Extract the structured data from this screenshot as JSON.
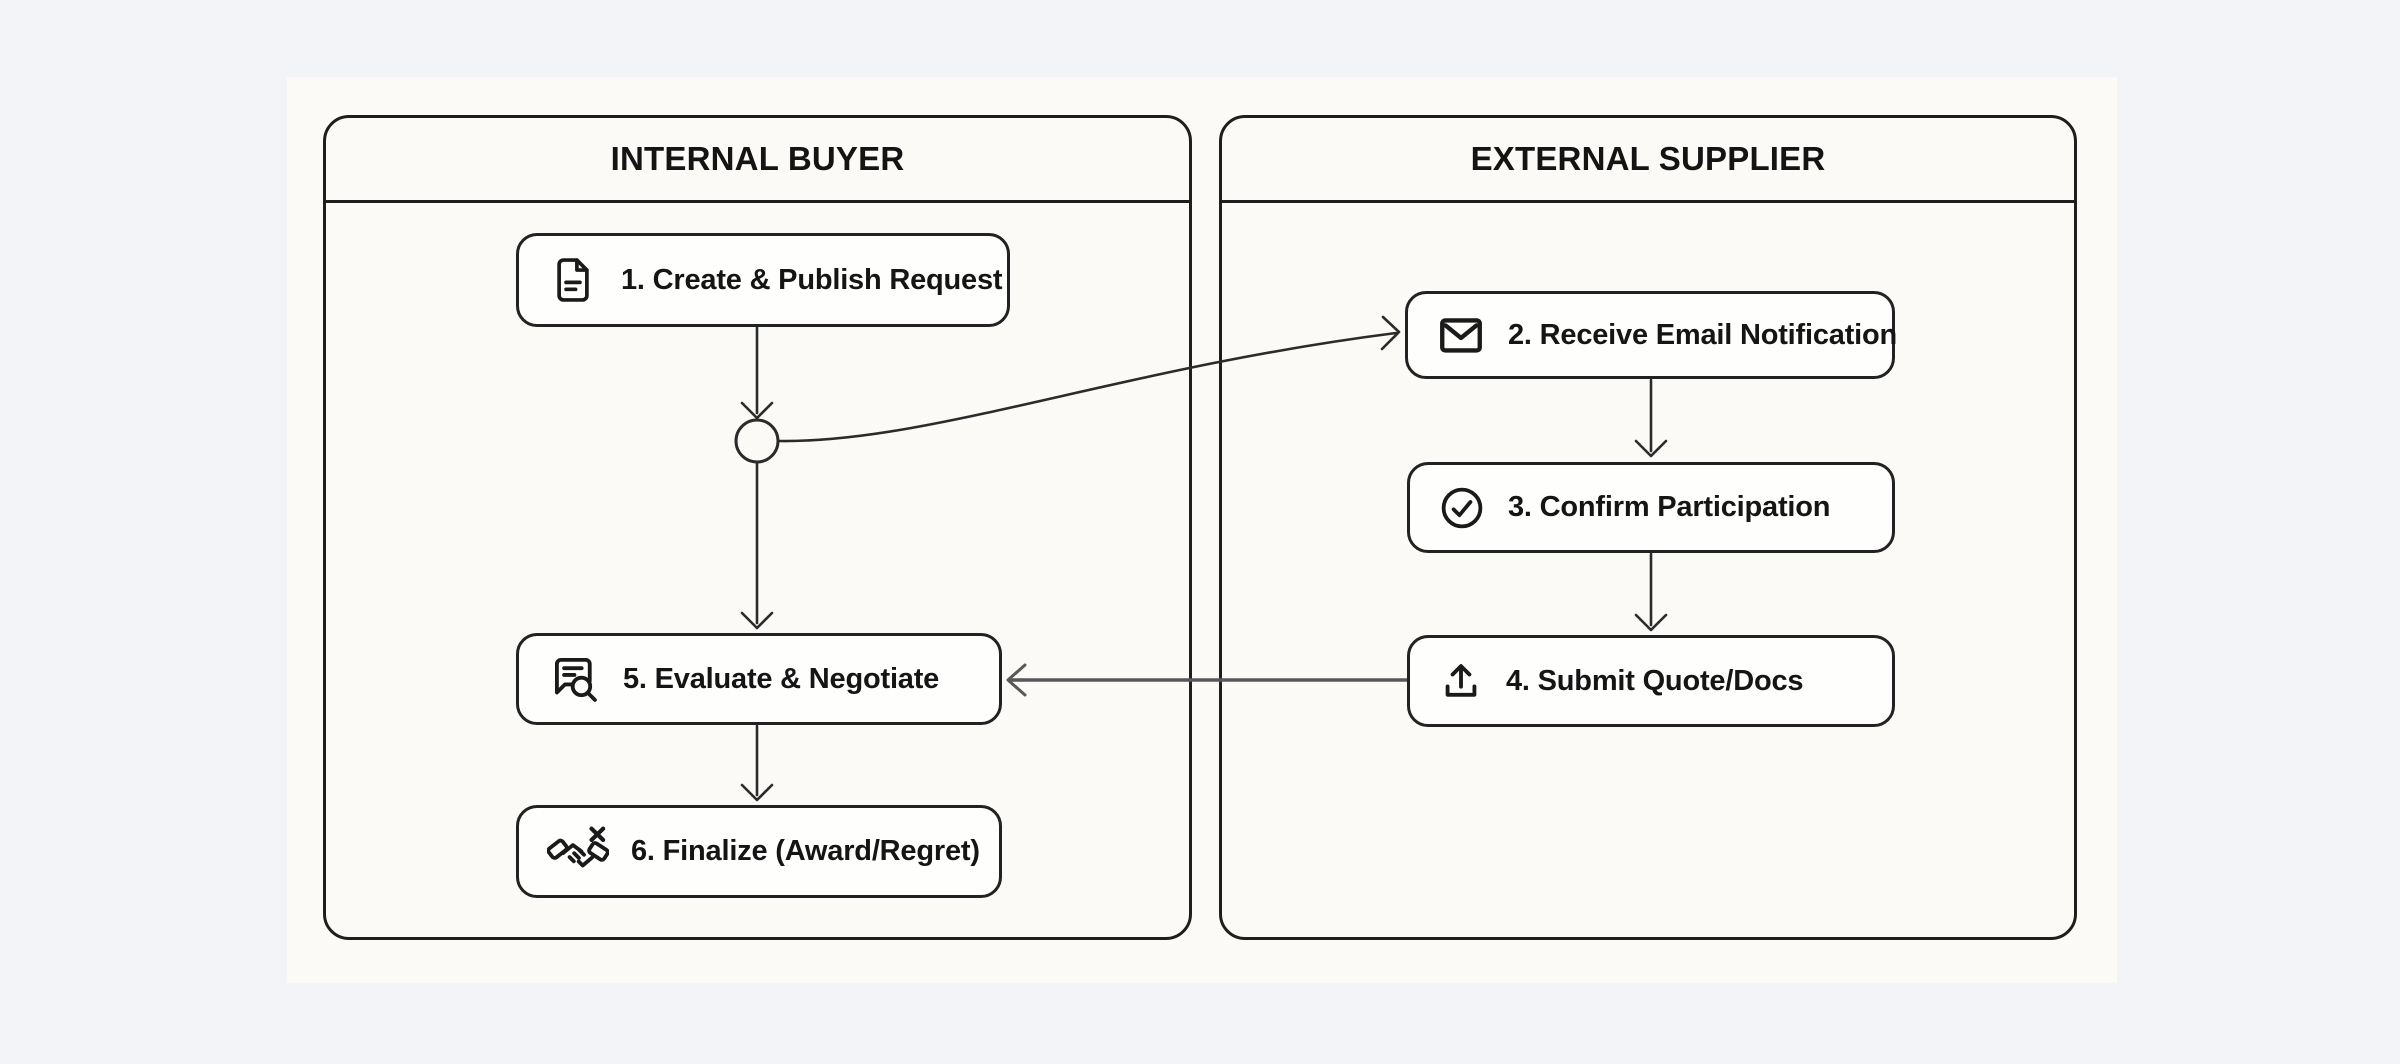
{
  "page": {
    "background_color": "#f3f4f7",
    "canvas_color": "#fbfaf7",
    "line_color": "#2b2b2b",
    "gray_line_color": "#58585a",
    "border_color": "#1e1e1e",
    "text_color": "#151515"
  },
  "lanes": [
    {
      "id": "internal-buyer",
      "title": "INTERNAL BUYER"
    },
    {
      "id": "external-supplier",
      "title": "EXTERNAL SUPPLIER"
    }
  ],
  "nodes": [
    {
      "id": "step-1",
      "lane": "internal-buyer",
      "label": "1. Create & Publish Request",
      "icon": "document-icon"
    },
    {
      "id": "step-2",
      "lane": "external-supplier",
      "label": "2. Receive Email Notification",
      "icon": "envelope-icon"
    },
    {
      "id": "step-3",
      "lane": "external-supplier",
      "label": "3. Confirm Participation",
      "icon": "check-circle-icon"
    },
    {
      "id": "step-4",
      "lane": "external-supplier",
      "label": "4. Submit Quote/Docs",
      "icon": "upload-icon"
    },
    {
      "id": "step-5",
      "lane": "internal-buyer",
      "label": "5. Evaluate & Negotiate",
      "icon": "message-search-icon"
    },
    {
      "id": "step-6",
      "lane": "internal-buyer",
      "label": "6. Finalize (Award/Regret)",
      "icon": "handshake-x-icon"
    }
  ],
  "connector": {
    "id": "merge-circle",
    "shape": "circle"
  },
  "edges": [
    {
      "from": "step-1",
      "to": "merge-circle",
      "style": "arrow"
    },
    {
      "from": "merge-circle",
      "to": "step-5",
      "style": "arrow"
    },
    {
      "from": "merge-circle",
      "to": "step-2",
      "style": "curved-arrow"
    },
    {
      "from": "step-2",
      "to": "step-3",
      "style": "arrow"
    },
    {
      "from": "step-3",
      "to": "step-4",
      "style": "arrow"
    },
    {
      "from": "step-4",
      "to": "step-5",
      "style": "gray-arrow"
    },
    {
      "from": "step-5",
      "to": "step-6",
      "style": "arrow"
    }
  ]
}
